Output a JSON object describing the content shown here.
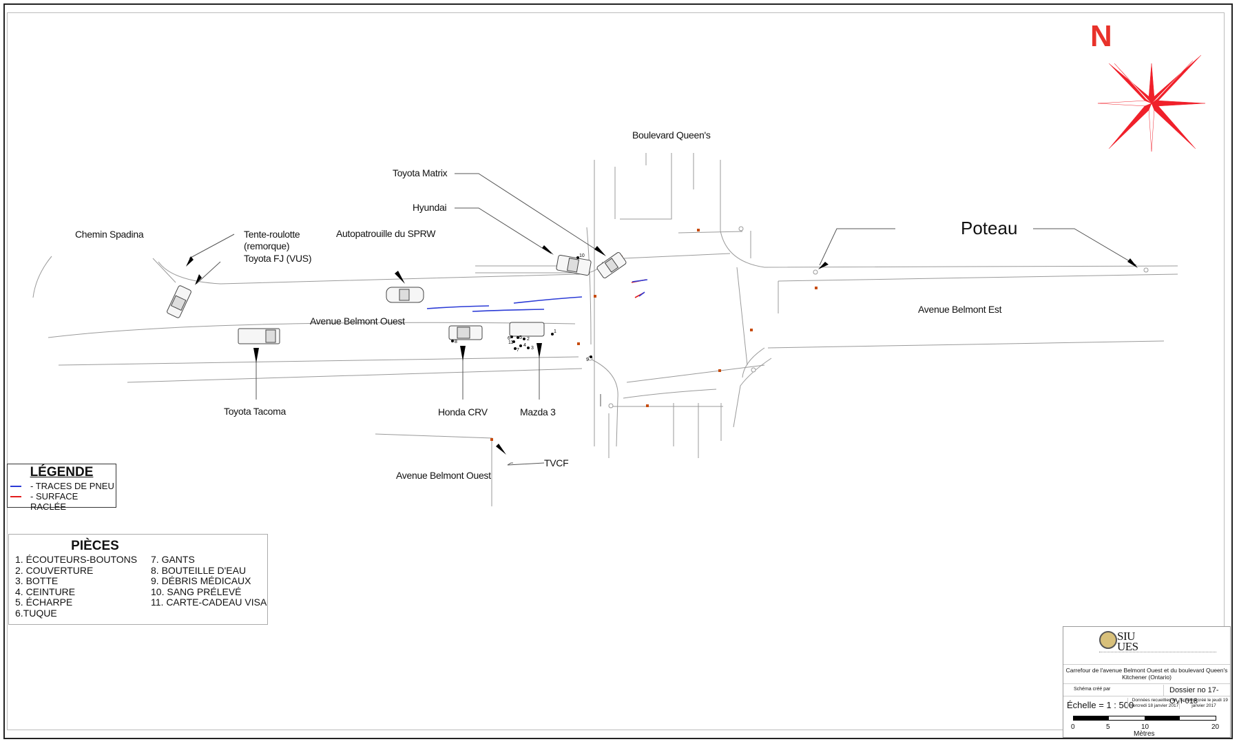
{
  "colors": {
    "tire_marks": "#2a3ad6",
    "scraped": "#e21b1b",
    "compass": "#f0202a",
    "north": "#e8322a"
  },
  "north_label": "N",
  "streets": {
    "queens": "Boulevard Queen's",
    "belmont_ouest_top": "Avenue Belmont Ouest",
    "belmont_ouest_bottom": "Avenue Belmont Ouest",
    "belmont_est": "Avenue Belmont Est",
    "spadina": "Chemin Spadina"
  },
  "vehicles": {
    "matrix": "Toyota Matrix",
    "hyundai": "Hyundai",
    "camper": "Tente-roulotte",
    "camper_sub": "(remorque)",
    "fj": "Toyota  FJ (VUS)",
    "police": "Autopatrouille du SPRW",
    "tacoma": "Toyota Tacoma",
    "crv": "Honda CRV",
    "mazda": "Mazda 3"
  },
  "other_labels": {
    "poteau": "Poteau",
    "tvcf": "TVCF"
  },
  "evidence_marks": [
    "1",
    "2",
    "3",
    "4",
    "5",
    "6",
    "7",
    "8",
    "9",
    "10",
    "11"
  ],
  "legend": {
    "title": "LÉGENDE",
    "items": [
      {
        "label": "- TRACES DE PNEU",
        "color": "#2a3ad6"
      },
      {
        "label": "- SURFACE RACLÉE",
        "color": "#e21b1b"
      }
    ]
  },
  "pieces": {
    "title": "PIÈCES",
    "col1": [
      "1. ÉCOUTEURS-BOUTONS",
      "2. COUVERTURE",
      "3. BOTTE",
      "4. CEINTURE",
      "5. ÉCHARPE",
      "6.TUQUE"
    ],
    "col2": [
      "7.  GANTS",
      "8.  BOUTEILLE D'EAU",
      "9.  DÉBRIS MÉDICAUX",
      "10. SANG PRÉLEVÉ",
      "11. CARTE-CADEAU VISA"
    ]
  },
  "title_block": {
    "org": [
      "SIU",
      "UES"
    ],
    "title_line1": "Carrefour de l'avenue Belmont Ouest et du boulevard Queen's",
    "title_line2": "Kitchener (Ontario)",
    "created_by": "Schéma créé par",
    "file": "Dossier no 17-OVI-018",
    "scale": "Échelle =  1 : 500",
    "collected": "Données recueillies le mercredi 18 janvier 2017",
    "drawn": "Schéma créé le jeudi 19 janvier 2017",
    "ticks": [
      "0",
      "5",
      "10",
      "20"
    ],
    "unit": "Mètres"
  }
}
